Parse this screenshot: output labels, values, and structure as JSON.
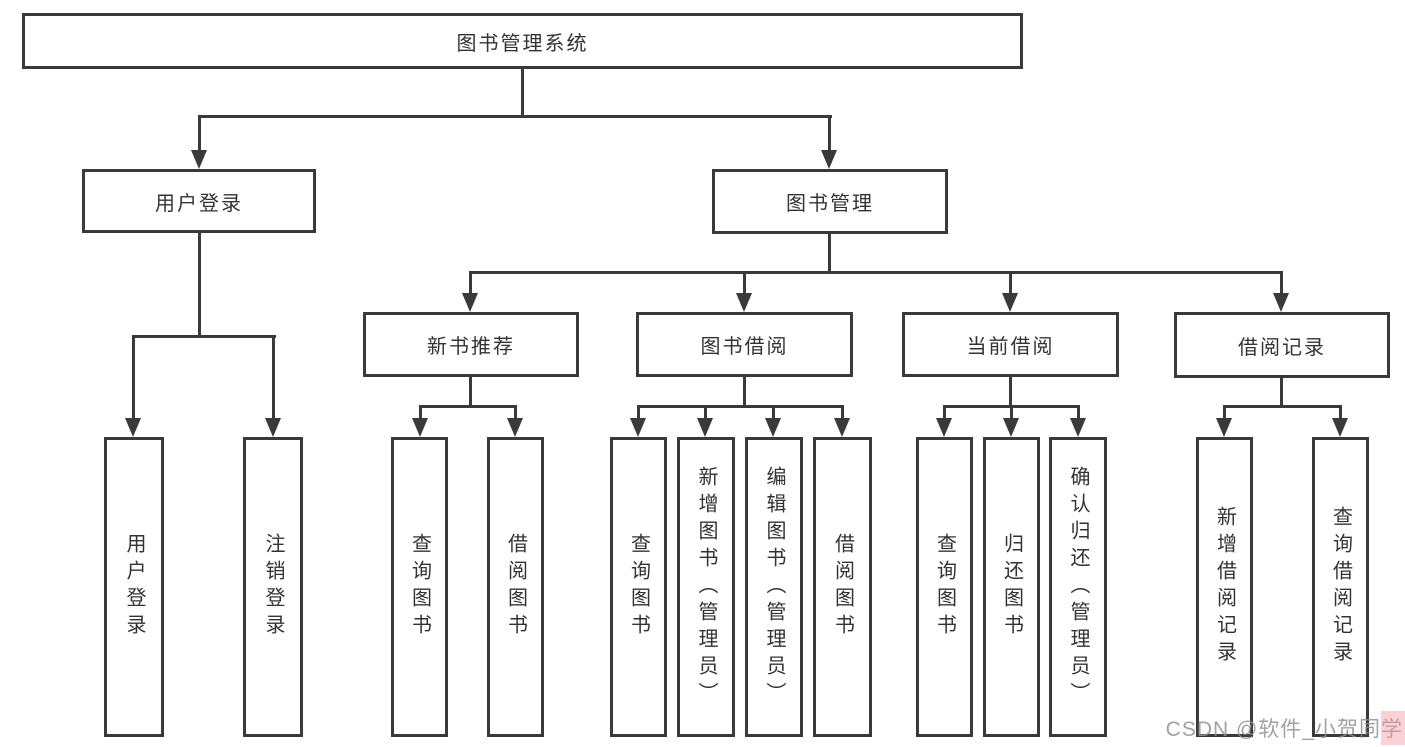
{
  "diagram_type": "hierarchy-tree",
  "colors": {
    "background": "#ffffff",
    "line": "#3a3a3a",
    "box_border": "#3a3a3a",
    "text": "#333333",
    "watermark": "#919194",
    "watermark_accent": "#f39aa3"
  },
  "tree": {
    "label": "图书管理系统",
    "children": [
      {
        "label": "用户登录",
        "children": [
          {
            "label": "用户登录"
          },
          {
            "label": "注销登录"
          }
        ]
      },
      {
        "label": "图书管理",
        "children": [
          {
            "label": "新书推荐",
            "children": [
              {
                "label": "查询图书"
              },
              {
                "label": "借阅图书"
              }
            ]
          },
          {
            "label": "图书借阅",
            "children": [
              {
                "label": "查询图书"
              },
              {
                "label": "新增图书（管理员）"
              },
              {
                "label": "编辑图书（管理员）"
              },
              {
                "label": "借阅图书"
              }
            ]
          },
          {
            "label": "当前借阅",
            "children": [
              {
                "label": "查询图书"
              },
              {
                "label": "归还图书"
              },
              {
                "label": "确认归还（管理员）"
              }
            ]
          },
          {
            "label": "借阅记录",
            "children": [
              {
                "label": "新增借阅记录"
              },
              {
                "label": "查询借阅记录"
              }
            ]
          }
        ]
      }
    ]
  },
  "watermark": {
    "text": "CSDN @软件_小贺同学"
  }
}
